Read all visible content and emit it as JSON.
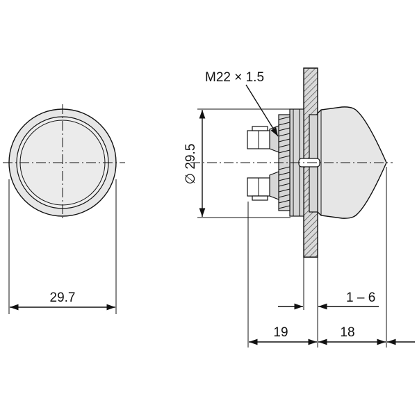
{
  "labels": {
    "front_diameter": "29.7",
    "thread": "M22 × 1.5",
    "bezel_diameter": "∅ 29.5",
    "panel_thickness": "1 – 6",
    "rear_depth": "19",
    "front_depth": "18"
  }
}
